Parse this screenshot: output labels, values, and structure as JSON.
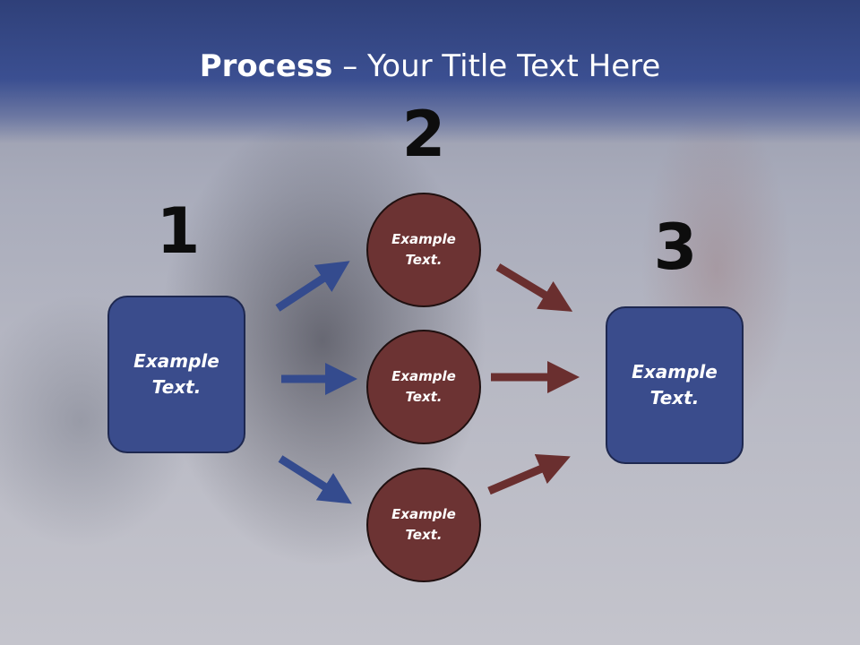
{
  "title": {
    "bold": "Process",
    "rest": " – Your Title Text Here"
  },
  "steps": {
    "one": "1",
    "two": "2",
    "three": "3"
  },
  "left_box": {
    "text_line1": "Example",
    "text_line2": "Text."
  },
  "circles": [
    {
      "text_line1": "Example",
      "text_line2": "Text."
    },
    {
      "text_line1": "Example",
      "text_line2": "Text."
    },
    {
      "text_line1": "Example",
      "text_line2": "Text."
    }
  ],
  "right_box": {
    "text_line1": "Example",
    "text_line2": "Text."
  },
  "colors": {
    "title_band": "#3b4f91",
    "box_fill": "#3a4c8c",
    "circle_fill": "#6c3333",
    "blue_arrow": "#344b8e",
    "red_arrow": "#6a2f2f"
  }
}
